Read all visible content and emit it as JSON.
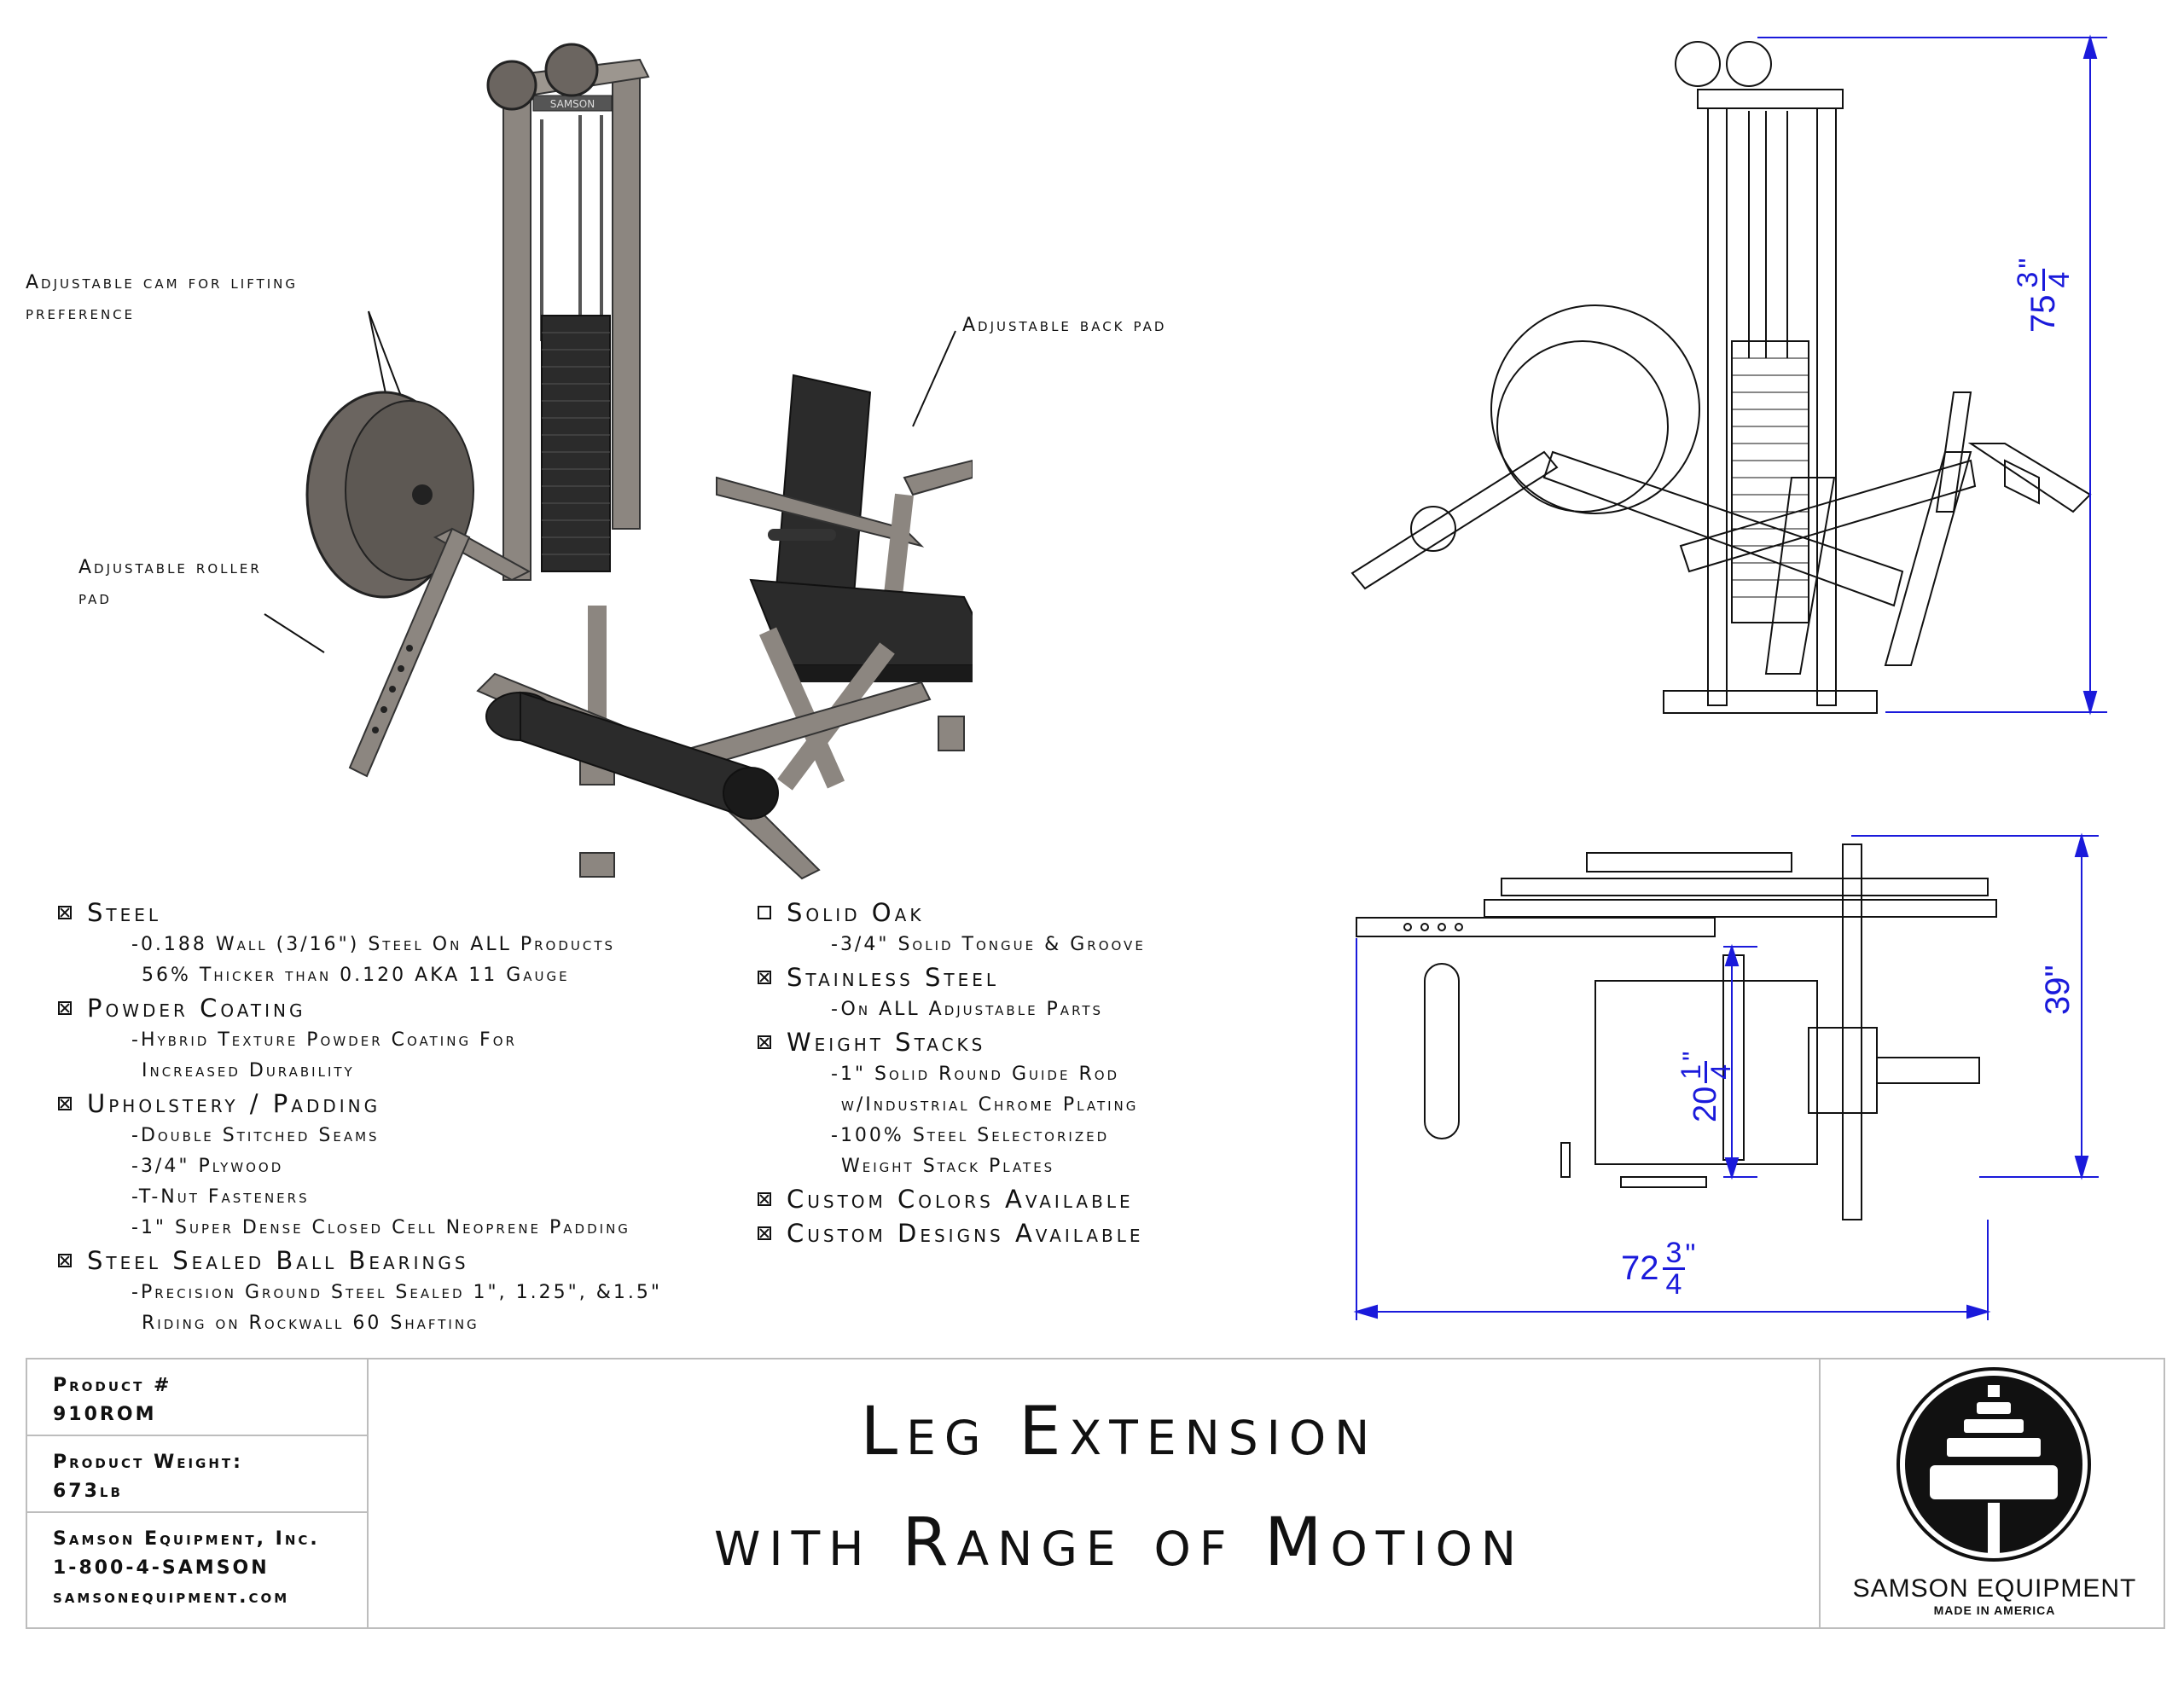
{
  "callouts": {
    "cam": [
      "Adjustable cam for lifting",
      "preference"
    ],
    "back_pad": "Adjustable back pad",
    "roller": [
      "Adjustable roller",
      "pad"
    ]
  },
  "specs_left": [
    {
      "checked": true,
      "title": "Steel",
      "lines": [
        "-0.188 Wall (3/16\") Steel On ALL Products",
        "56% Thicker than 0.120 AKA 11 Gauge"
      ]
    },
    {
      "checked": true,
      "title": "Powder Coating",
      "lines": [
        "-Hybrid Texture Powder Coating For",
        "Increased Durability"
      ]
    },
    {
      "checked": true,
      "title": "Upholstery / Padding",
      "lines": [
        "-Double Stitched Seams",
        "-3/4\" Plywood",
        "-T-Nut Fasteners",
        "-1\" Super Dense Closed Cell Neoprene Padding"
      ]
    },
    {
      "checked": true,
      "title": "Steel Sealed Ball Bearings",
      "lines": [
        "-Precision Ground Steel Sealed 1\", 1.25\", &1.5\"",
        "Riding on Rockwall 60 Shafting"
      ]
    }
  ],
  "specs_right": [
    {
      "checked": false,
      "title": "Solid Oak",
      "lines": [
        "-3/4\" Solid Tongue & Groove"
      ]
    },
    {
      "checked": true,
      "title": "Stainless Steel",
      "lines": [
        "-On ALL Adjustable Parts"
      ]
    },
    {
      "checked": true,
      "title": "Weight Stacks",
      "lines": [
        "-1\" Solid Round Guide Rod",
        "w/Industrial Chrome Plating",
        "-100% Steel Selectorized",
        "Weight Stack Plates"
      ]
    },
    {
      "checked": true,
      "title": "Custom Colors Available",
      "lines": []
    },
    {
      "checked": true,
      "title": "Custom Designs Available",
      "lines": []
    }
  ],
  "dimensions": {
    "height_whole": "75",
    "height_num": "3",
    "height_den": "4",
    "depth": "39\"",
    "seat_whole": "20",
    "seat_num": "1",
    "seat_den": "4",
    "width_whole": "72",
    "width_num": "3",
    "width_den": "4"
  },
  "machine_brand": "SAMSON",
  "title_block": {
    "product_label": "Product #",
    "product_value": "910ROM",
    "weight_label": "Product Weight:",
    "weight_value": "673lb",
    "company": "Samson Equipment, Inc.",
    "phone": "1-800-4-SAMSON",
    "website": "samsonequipment.com",
    "title_line1": "Leg Extension",
    "title_line2": "with Range of Motion",
    "logo_name": "SAMSON EQUIPMENT",
    "logo_tagline": "MADE IN AMERICA"
  },
  "colors": {
    "dimension_blue": "#1a1adb",
    "frame_gray": "#8c8680",
    "pad_black": "#222222"
  }
}
